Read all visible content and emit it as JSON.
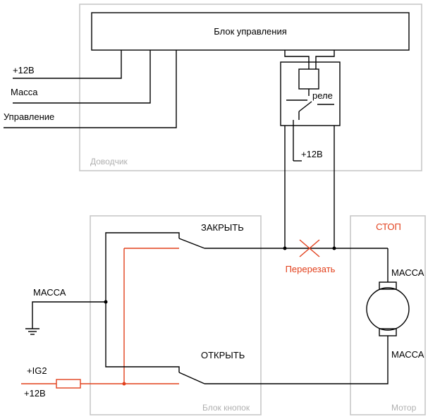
{
  "labels": {
    "control_unit": "Блок управления",
    "plus12_top": "+12В",
    "mass": "Масса",
    "control": "Управление",
    "relay": "реле",
    "relay_plus12": "+12В",
    "closer": "Доводчик",
    "close": "ЗАКРЫТЬ",
    "open": "ОТКРЫТЬ",
    "stop": "СТОП",
    "cut": "Перерезать",
    "ground_mass": "МАССА",
    "motor_mass_top": "МАССА",
    "motor_mass_bottom": "МАССА",
    "ig2": "+IG2",
    "plus12_bottom": "+12В",
    "button_block": "Блок кнопок",
    "motor": "Мотор"
  },
  "colors": {
    "wire": "#000000",
    "highlight": "#e2401c",
    "frame": "#c8c8c8",
    "frame_text": "#b0b0b0"
  }
}
